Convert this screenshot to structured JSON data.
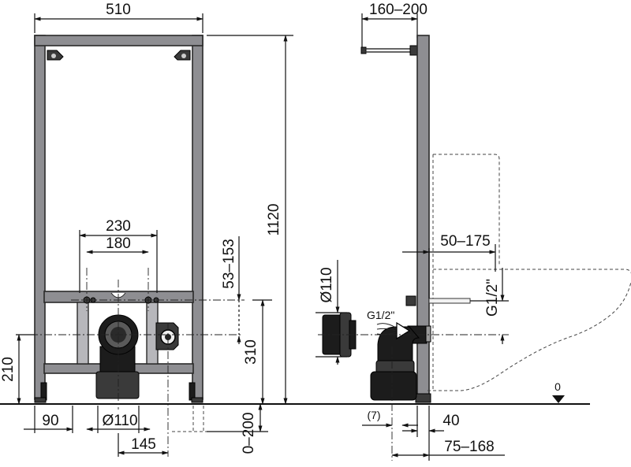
{
  "front_view": {
    "dim_width": "510",
    "dim_height": "1120",
    "dim_outlet_spacing_outer": "230",
    "dim_outlet_spacing_inner": "180",
    "dim_bolt_height": "53–153",
    "dim_drain_height": "310",
    "dim_fitting_height": "210",
    "dim_foot_offset": "90",
    "dim_drain_diameter": "Ø110",
    "dim_drain_offset": "145",
    "dim_foot_adjust": "0–200"
  },
  "side_view": {
    "dim_depth_top": "160–200",
    "dim_outlet_projection": "50–175",
    "dim_pipe_diameter": "Ø110",
    "dim_thread_label": "G1/2\"",
    "dim_thread_vertical": "G1/2\"",
    "dim_floor_level": "0",
    "dim_gap": "(7)",
    "dim_frame_depth": "40",
    "dim_depth_bottom": "75–168"
  }
}
